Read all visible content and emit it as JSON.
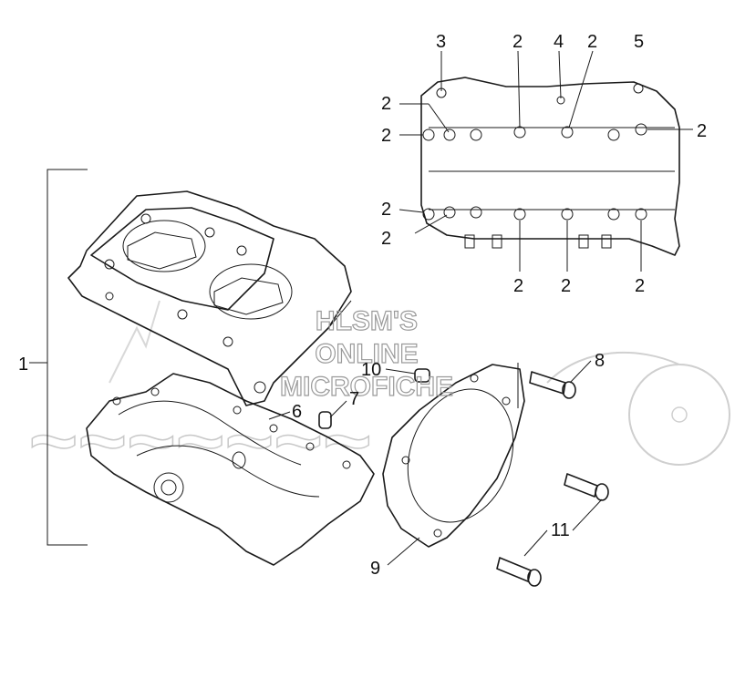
{
  "watermark": {
    "line1": "HLSM'S",
    "line2": "ONLINE",
    "line3": "MICROFICHE"
  },
  "callouts": {
    "c1": "1",
    "c2_top_a": "2",
    "c2_top_b": "2",
    "c2_left_a": "2",
    "c2_left_b": "2",
    "c2_right": "2",
    "c2_left_c": "2",
    "c2_left_d": "2",
    "c2_bot_a": "2",
    "c2_bot_b": "2",
    "c2_bot_c": "2",
    "c3": "3",
    "c4": "4",
    "c5": "5",
    "c6": "6",
    "c7": "7",
    "c8": "8",
    "c9": "9",
    "c10": "10",
    "c11": "11"
  }
}
